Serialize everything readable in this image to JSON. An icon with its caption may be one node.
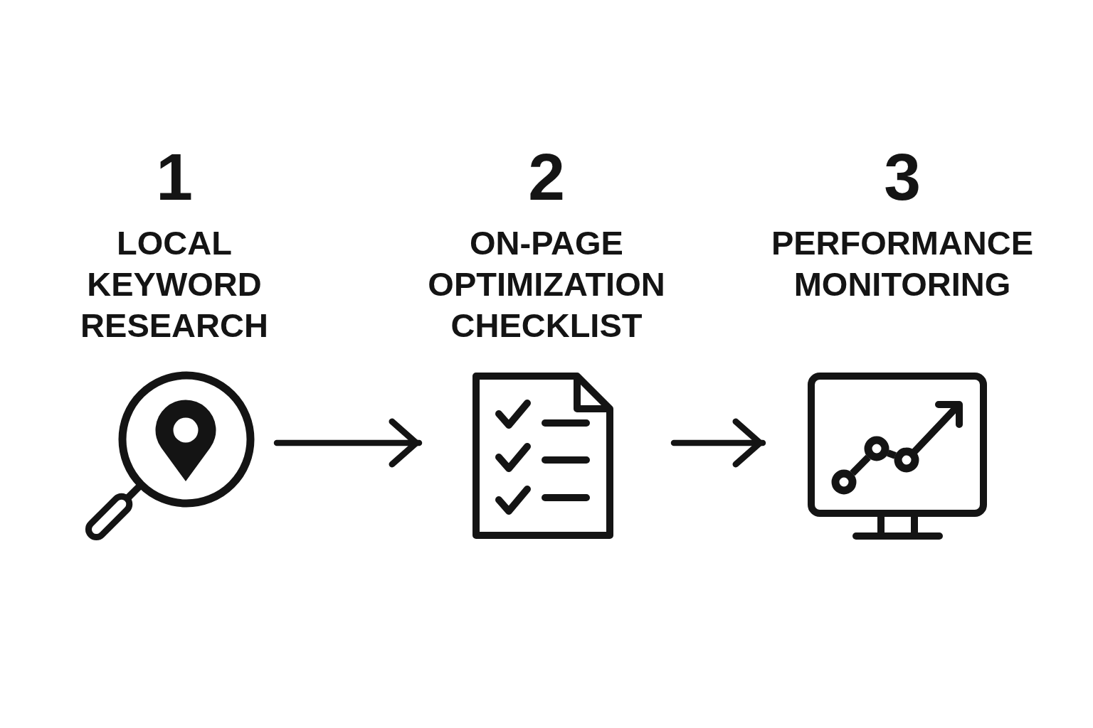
{
  "diagram": {
    "nodes": [
      {
        "text": [
          "1",
          "LOCAL KEYWORD RESEARCH"
        ]
      },
      {
        "text": [
          "2",
          "ON-PAGE OPTIMIZATION CHECKLIST"
        ]
      },
      {
        "text": [
          "3",
          "PERFORMANCE MONITORING"
        ]
      }
    ],
    "edges": [
      {
        "from": 0,
        "to": 1,
        "arrow": "to"
      },
      {
        "from": 1,
        "to": 2,
        "arrow": "to"
      }
    ]
  }
}
